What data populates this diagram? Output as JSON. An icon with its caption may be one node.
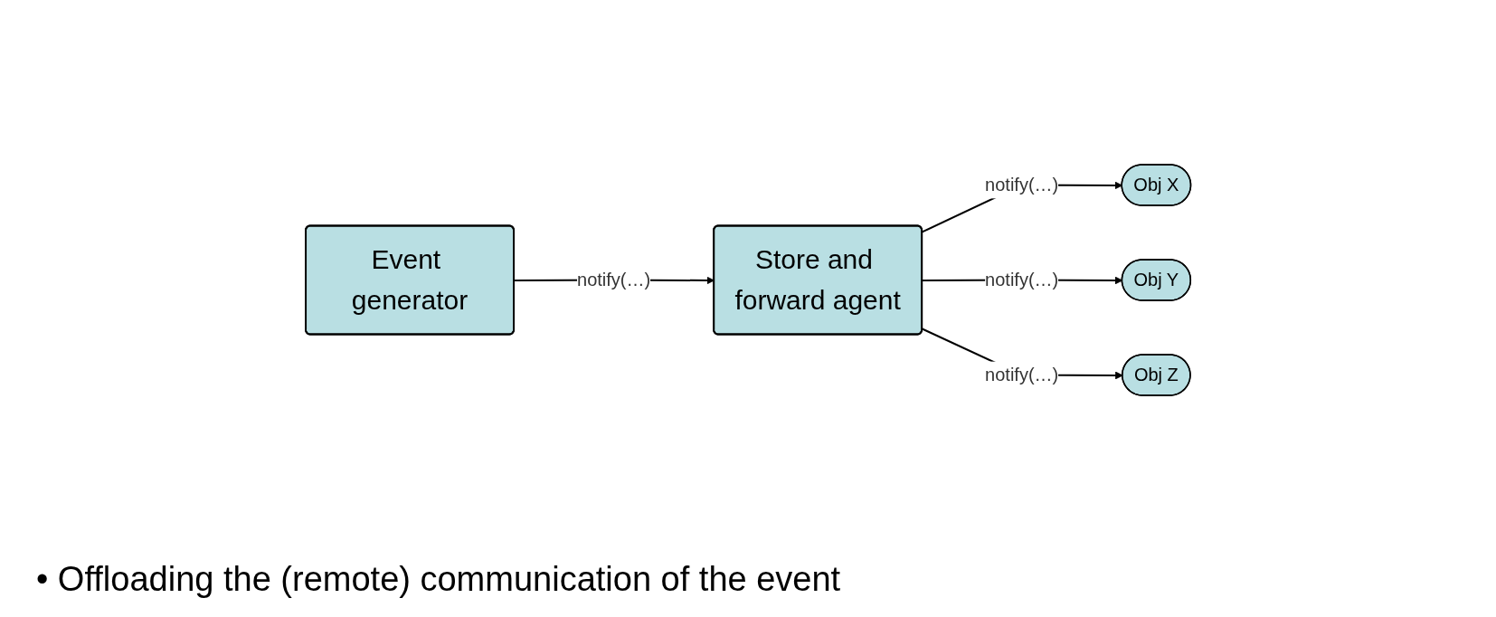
{
  "diagram": {
    "nodes": [
      {
        "text": [
          "Event generator"
        ]
      },
      {
        "text": [
          "Store and forward agent"
        ]
      },
      {
        "text": [
          "Obj X"
        ]
      },
      {
        "text": [
          "Obj Y"
        ]
      },
      {
        "text": [
          "Obj Z"
        ]
      }
    ],
    "edges": [
      {
        "from": 0,
        "to": 1,
        "arrow": "to",
        "label": "notify(…)"
      },
      {
        "from": 1,
        "to": 2,
        "arrow": "to",
        "label": "notify(…)"
      },
      {
        "from": 1,
        "to": 3,
        "arrow": "to",
        "label": "notify(…)"
      },
      {
        "from": 1,
        "to": 4,
        "arrow": "to",
        "label": "notify(…)"
      }
    ],
    "labels": [
      "• Offloading the (remote) communication of the event"
    ]
  }
}
